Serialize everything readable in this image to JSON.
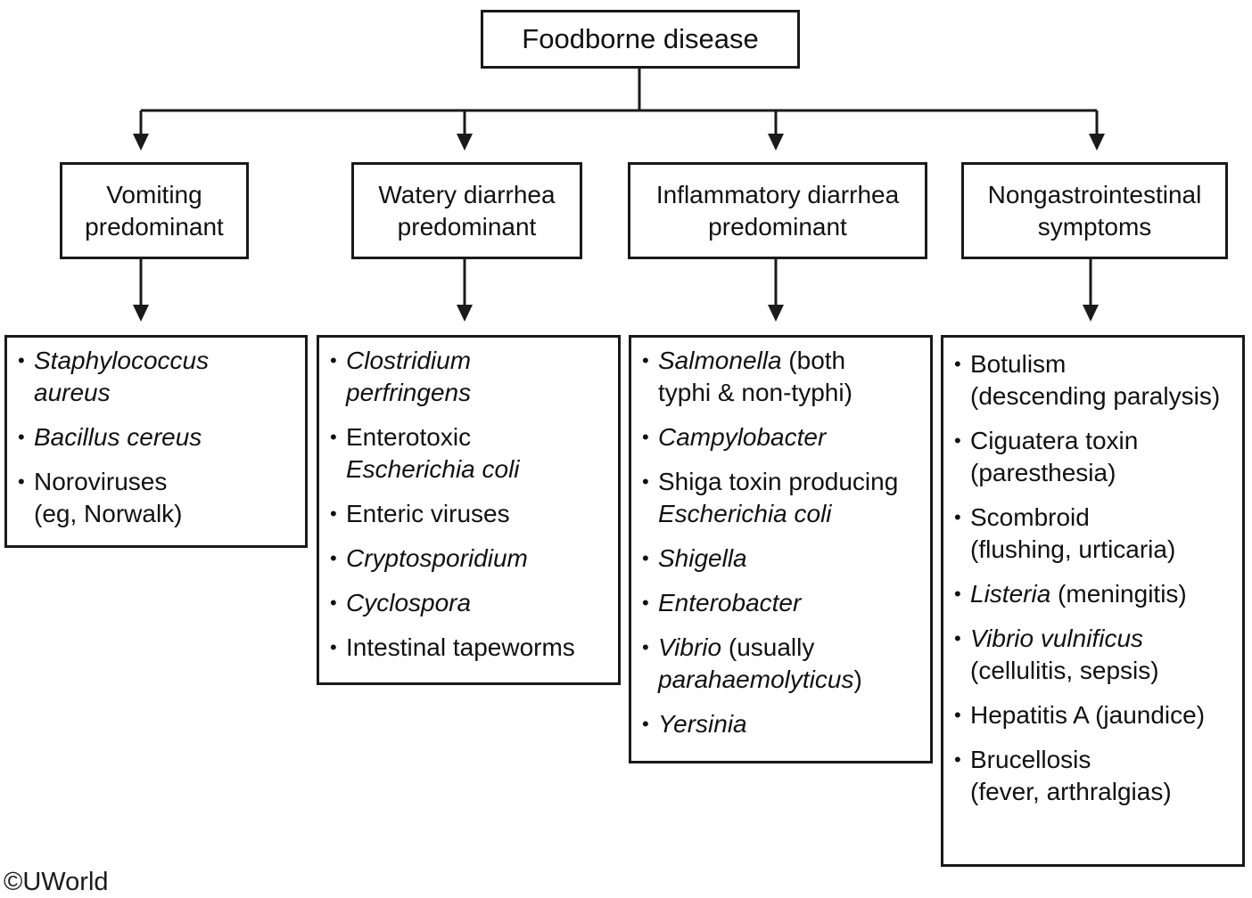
{
  "root": {
    "label": "Foodborne disease"
  },
  "categories": [
    {
      "line1": "Vomiting",
      "line2": "predominant"
    },
    {
      "line1": "Watery diarrhea",
      "line2": "predominant"
    },
    {
      "line1": "Inflammatory diarrhea",
      "line2": "predominant"
    },
    {
      "line1": "Nongastrointestinal",
      "line2": "symptoms"
    }
  ],
  "lists": [
    {
      "items": [
        {
          "lines": [
            [
              {
                "t": "Staphylococcus",
                "i": true
              }
            ],
            [
              {
                "t": "aureus",
                "i": true
              }
            ]
          ]
        },
        {
          "lines": [
            [
              {
                "t": "Bacillus cereus",
                "i": true
              }
            ]
          ]
        },
        {
          "lines": [
            [
              {
                "t": "Noroviruses",
                "i": false
              }
            ],
            [
              {
                "t": "(eg, Norwalk)",
                "i": false
              }
            ]
          ]
        }
      ]
    },
    {
      "items": [
        {
          "lines": [
            [
              {
                "t": "Clostridium",
                "i": true
              }
            ],
            [
              {
                "t": "perfringens",
                "i": true
              }
            ]
          ]
        },
        {
          "lines": [
            [
              {
                "t": "Enterotoxic",
                "i": false
              }
            ],
            [
              {
                "t": "Escherichia coli",
                "i": true
              }
            ]
          ]
        },
        {
          "lines": [
            [
              {
                "t": "Enteric viruses",
                "i": false
              }
            ]
          ]
        },
        {
          "lines": [
            [
              {
                "t": "Cryptosporidium",
                "i": true
              }
            ]
          ]
        },
        {
          "lines": [
            [
              {
                "t": "Cyclospora",
                "i": true
              }
            ]
          ]
        },
        {
          "lines": [
            [
              {
                "t": "Intestinal tapeworms",
                "i": false
              }
            ]
          ]
        }
      ]
    },
    {
      "items": [
        {
          "lines": [
            [
              {
                "t": "Salmonella",
                "i": true
              },
              {
                "t": " (both",
                "i": false
              }
            ],
            [
              {
                "t": "typhi & non-typhi)",
                "i": false
              }
            ]
          ]
        },
        {
          "lines": [
            [
              {
                "t": "Campylobacter",
                "i": true
              }
            ]
          ]
        },
        {
          "lines": [
            [
              {
                "t": "Shiga toxin producing",
                "i": false
              }
            ],
            [
              {
                "t": "Escherichia coli",
                "i": true
              }
            ]
          ]
        },
        {
          "lines": [
            [
              {
                "t": "Shigella",
                "i": true
              }
            ]
          ]
        },
        {
          "lines": [
            [
              {
                "t": "Enterobacter",
                "i": true
              }
            ]
          ]
        },
        {
          "lines": [
            [
              {
                "t": "Vibrio",
                "i": true
              },
              {
                "t": " (usually",
                "i": false
              }
            ],
            [
              {
                "t": "parahaemolyticus",
                "i": true
              },
              {
                "t": ")",
                "i": false
              }
            ]
          ]
        },
        {
          "lines": [
            [
              {
                "t": "Yersinia",
                "i": true
              }
            ]
          ]
        }
      ]
    },
    {
      "items": [
        {
          "lines": [
            [
              {
                "t": "Botulism",
                "i": false
              }
            ],
            [
              {
                "t": "(descending paralysis)",
                "i": false
              }
            ]
          ]
        },
        {
          "lines": [
            [
              {
                "t": "Ciguatera toxin",
                "i": false
              }
            ],
            [
              {
                "t": "(paresthesia)",
                "i": false
              }
            ]
          ]
        },
        {
          "lines": [
            [
              {
                "t": "Scombroid",
                "i": false
              }
            ],
            [
              {
                "t": "(flushing, urticaria)",
                "i": false
              }
            ]
          ]
        },
        {
          "lines": [
            [
              {
                "t": "Listeria",
                "i": true
              },
              {
                "t": " (meningitis)",
                "i": false
              }
            ]
          ]
        },
        {
          "lines": [
            [
              {
                "t": "Vibrio vulnificus",
                "i": true
              }
            ],
            [
              {
                "t": "(cellulitis, sepsis)",
                "i": false
              }
            ]
          ]
        },
        {
          "lines": [
            [
              {
                "t": "Hepatitis A (jaundice)",
                "i": false
              }
            ]
          ]
        },
        {
          "lines": [
            [
              {
                "t": "Brucellosis",
                "i": false
              }
            ],
            [
              {
                "t": "(fever, arthralgias)",
                "i": false
              }
            ]
          ]
        }
      ]
    }
  ],
  "watermark": "©UWorld",
  "colors": {
    "line": "#1a1a1a",
    "background": "#ffffff"
  }
}
